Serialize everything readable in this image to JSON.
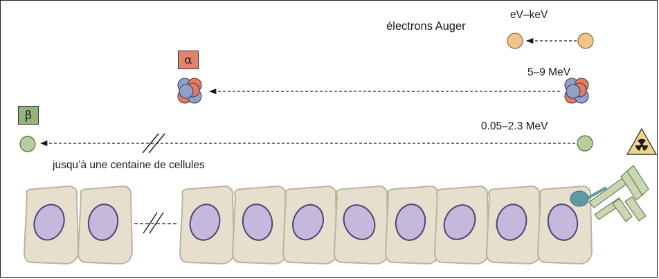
{
  "labels": {
    "auger_label": "électrons Auger",
    "auger_energy": "eV–keV",
    "alpha_energy": "5–9 MeV",
    "beta_energy": "0.05–2.3 MeV",
    "range_note": "jusqu’à une centaine de cellules"
  },
  "badges": {
    "alpha": {
      "symbol": "α",
      "color": "#e3836d"
    },
    "beta": {
      "symbol": "β",
      "color": "#93b47c"
    }
  },
  "colors": {
    "auger_particle": "#f2c48c",
    "proton": "#e77a5e",
    "neutron": "#8ea2c9",
    "beta_particle": "#b7ce9d",
    "cell_body": "#e6dfcd",
    "cell_outline": "#bdb39b",
    "nucleus": "#c4b9dd",
    "nucleus_outline": "#4d4570",
    "antibody": "#c9d8b0",
    "conjugate": "#5f9aa2",
    "radiation_sign": "#f0d48c"
  },
  "icons": [
    "auger-electron-icon",
    "alpha-particle-icon",
    "beta-particle-icon",
    "radiation-trefoil-icon",
    "antibody-icon"
  ]
}
